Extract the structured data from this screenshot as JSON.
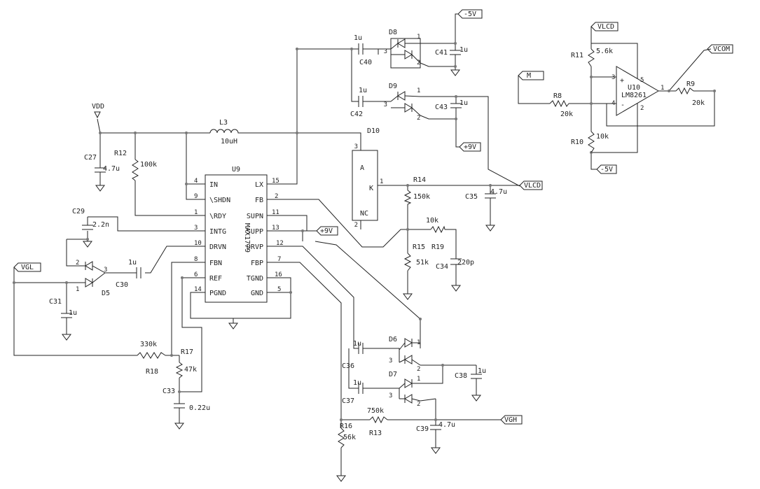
{
  "chip_u9": {
    "ref": "U9",
    "part": "MAX1779",
    "pins_left": [
      {
        "num": "4",
        "name": "IN"
      },
      {
        "num": "9",
        "name": "\\SHDN"
      },
      {
        "num": "1",
        "name": "\\RDY"
      },
      {
        "num": "3",
        "name": "INTG"
      },
      {
        "num": "10",
        "name": "DRVN"
      },
      {
        "num": "8",
        "name": "FBN"
      },
      {
        "num": "6",
        "name": "REF"
      },
      {
        "num": "14",
        "name": "PGND"
      }
    ],
    "pins_right": [
      {
        "num": "15",
        "name": "LX"
      },
      {
        "num": "2",
        "name": "FB"
      },
      {
        "num": "11",
        "name": "SUPN"
      },
      {
        "num": "13",
        "name": "SUPP"
      },
      {
        "num": "12",
        "name": "DRVP"
      },
      {
        "num": "7",
        "name": "FBP"
      },
      {
        "num": "16",
        "name": "TGND"
      },
      {
        "num": "5",
        "name": "GND"
      }
    ]
  },
  "chip_u10": {
    "ref": "U10",
    "part": "LM8261",
    "pin_plus": "3",
    "pin_minus": "4",
    "pin_out": "1",
    "pin_vp": "5",
    "pin_vn": "2",
    "plus_sign": "+",
    "minus_sign": "-"
  },
  "d10": {
    "ref": "D10",
    "anode": "A",
    "cathode": "K",
    "nc": "NC",
    "pin_a": "3",
    "pin_k": "1",
    "pin_nc": "2"
  },
  "labels": {
    "vdd": "VDD",
    "l3": "L3",
    "l3_val": "10uH",
    "c27": "C27",
    "c27_val": "4.7u",
    "r12": "R12",
    "r12_val": "100k",
    "c29": "C29",
    "c29_val": "2.2n",
    "c30": "C30",
    "c30_val": "1u",
    "d5": "D5",
    "d5_p2": "2",
    "d5_p3": "3",
    "d5_p1": "1",
    "c31": "C31",
    "c31_val": "1u",
    "r18": "R18",
    "r18_val": "330k",
    "r17": "R17",
    "r17_val": "47k",
    "c33": "C33",
    "c33_val": "0.22u",
    "c40": "C40",
    "c40_val": "1u",
    "d8": "D8",
    "d8_p1": "1",
    "d8_p3": "3",
    "d8_p2": "2",
    "c41": "C41",
    "c41_val": "1u",
    "c42": "C42",
    "c42_val": "1u",
    "d9": "D9",
    "d9_p1": "1",
    "d9_p3": "3",
    "d9_p2": "2",
    "c43": "C43",
    "c43_val": "1u",
    "r14": "R14",
    "r14_val": "150k",
    "c35": "C35",
    "c35_val": "4.7u",
    "r15": "R15",
    "r15_val": "51k",
    "r19": "R19",
    "r19_val": "10k",
    "c34": "C34",
    "c34_val": "220p",
    "c36": "C36",
    "c36_val": "1u",
    "d6": "D6",
    "d6_p1": "1",
    "d6_p3": "3",
    "d6_p2": "2",
    "c38": "C38",
    "c38_val": "1u",
    "c37": "C37",
    "c37_val": "1u",
    "d7": "D7",
    "d7_p1": "1",
    "d7_p3": "3",
    "d7_p2": "2",
    "r13": "R13",
    "r13_val": "750k",
    "c39": "C39",
    "c39_val": "4.7u",
    "r16": "R16",
    "r16_val": "56k",
    "r11": "R11",
    "r11_val": "5.6k",
    "r8": "R8",
    "r8_val": "20k",
    "r10": "R10",
    "r10_val": "10k",
    "r9": "R9",
    "r9_val": "20k"
  },
  "net_tags": {
    "neg5_top": "-5V",
    "pos9_d9": "+9V",
    "pos9_u9": "+9V",
    "vlcd_right": "VLCD",
    "vgl": "VGL",
    "vgh": "VGH",
    "vlcd_top": "VLCD",
    "vcom": "VCOM",
    "m": "M",
    "neg5_r10": "-5V"
  }
}
